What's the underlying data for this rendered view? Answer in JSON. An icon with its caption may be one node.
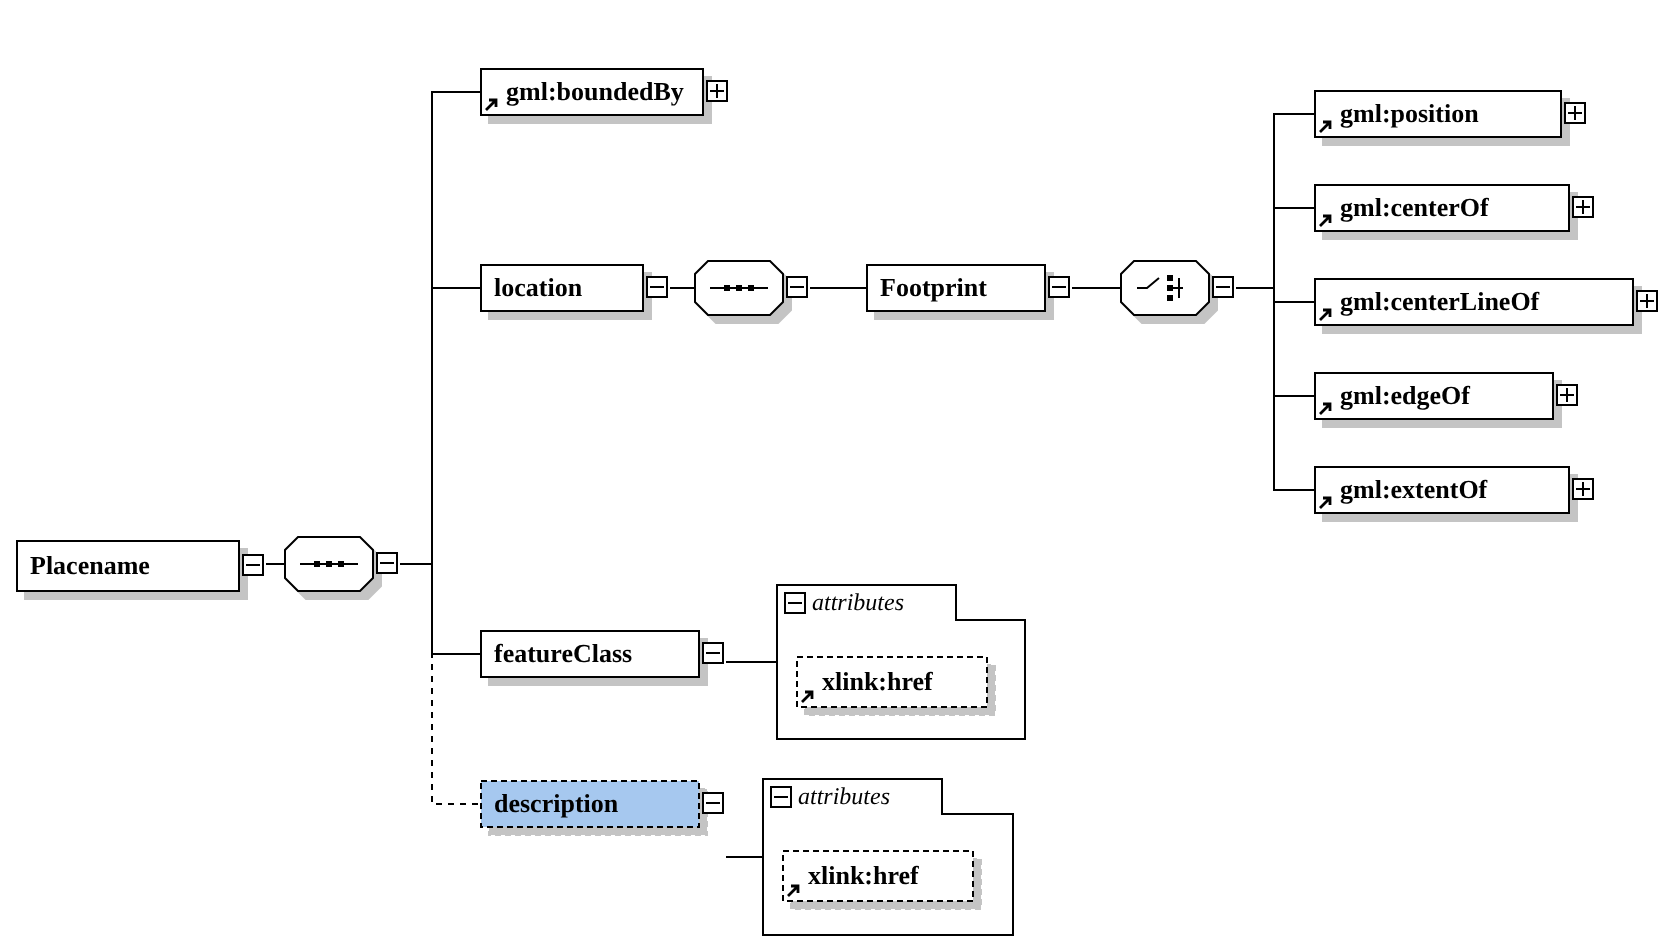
{
  "diagram": {
    "nodes": [
      {
        "text": [
          "Placename"
        ]
      },
      {
        "text": [],
        "shape": "octagon"
      },
      {
        "text": [
          "gml:boundedBy"
        ]
      },
      {
        "text": [
          "location"
        ]
      },
      {
        "text": [],
        "shape": "octagon"
      },
      {
        "text": [
          "Footprint"
        ]
      },
      {
        "text": [],
        "shape": "octagon"
      },
      {
        "text": [
          "gml:position"
        ]
      },
      {
        "text": [
          "gml:centerOf"
        ]
      },
      {
        "text": [
          "gml:centerLineOf"
        ]
      },
      {
        "text": [
          "gml:edgeOf"
        ]
      },
      {
        "text": [
          "gml:extentOf"
        ]
      },
      {
        "text": [
          "featureClass"
        ]
      },
      {
        "text": [
          "attributes"
        ]
      },
      {
        "text": [
          "xlink:href"
        ],
        "in": 13
      },
      {
        "text": [
          "description"
        ]
      },
      {
        "text": [
          "attributes"
        ]
      },
      {
        "text": [
          "xlink:href"
        ],
        "in": 16
      }
    ],
    "edges": [
      {
        "from": 0,
        "to": 1,
        "arrow": "none"
      },
      {
        "from": 1,
        "to": 2,
        "arrow": "none"
      },
      {
        "from": 1,
        "to": 3,
        "arrow": "none"
      },
      {
        "from": 1,
        "to": 12,
        "arrow": "none"
      },
      {
        "from": 1,
        "to": 15,
        "arrow": "none",
        "style": "dashed"
      },
      {
        "from": 3,
        "to": 4,
        "arrow": "none"
      },
      {
        "from": 4,
        "to": 5,
        "arrow": "none"
      },
      {
        "from": 5,
        "to": 6,
        "arrow": "none"
      },
      {
        "from": 6,
        "to": 7,
        "arrow": "none"
      },
      {
        "from": 6,
        "to": 8,
        "arrow": "none"
      },
      {
        "from": 6,
        "to": 9,
        "arrow": "none"
      },
      {
        "from": 6,
        "to": 10,
        "arrow": "none"
      },
      {
        "from": 6,
        "to": 11,
        "arrow": "none"
      },
      {
        "from": 12,
        "to": 13,
        "arrow": "none"
      },
      {
        "from": 15,
        "to": 16,
        "arrow": "none"
      }
    ]
  }
}
